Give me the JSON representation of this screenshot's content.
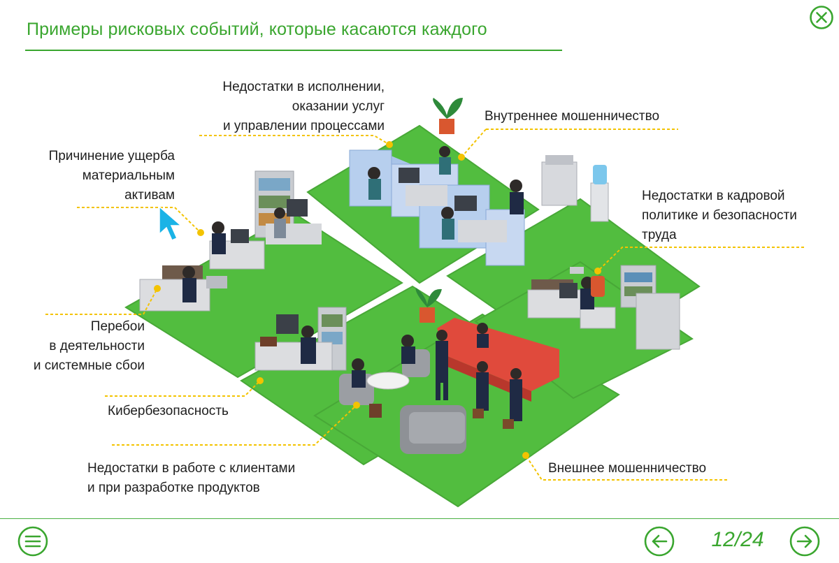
{
  "header": {
    "title": "Примеры рисковых событий, которые касаются каждого"
  },
  "labels": {
    "execution": [
      "Недостатки в исполнении,",
      "оказании услуг",
      "и управлении процессами"
    ],
    "internal_fraud": "Внутреннее мошенничество",
    "damage": [
      "Причинение ущерба",
      "материальным",
      "активам"
    ],
    "hr": [
      "Недостатки в кадровой",
      "политике и безопасности",
      "труда"
    ],
    "failures": [
      "Перебои",
      "в деятельности",
      "и системные сбои"
    ],
    "cyber": "Кибербезопасность",
    "clients": [
      "Недостатки в работе с клиентами",
      "и при разработке продуктов"
    ],
    "external_fraud": "Внешнее мошенничество"
  },
  "footer": {
    "page_indicator": "12/24"
  },
  "icons": {
    "close": "close-circle-icon",
    "menu": "menu-circle-icon",
    "prev": "arrow-left-circle-icon",
    "next": "arrow-right-circle-icon",
    "cursor": "cursor-arrow-icon"
  },
  "colors": {
    "accent": "#3aa62f",
    "floor": "#52bd3f",
    "leader": "#f3c300",
    "cursor": "#1ab3e6"
  }
}
